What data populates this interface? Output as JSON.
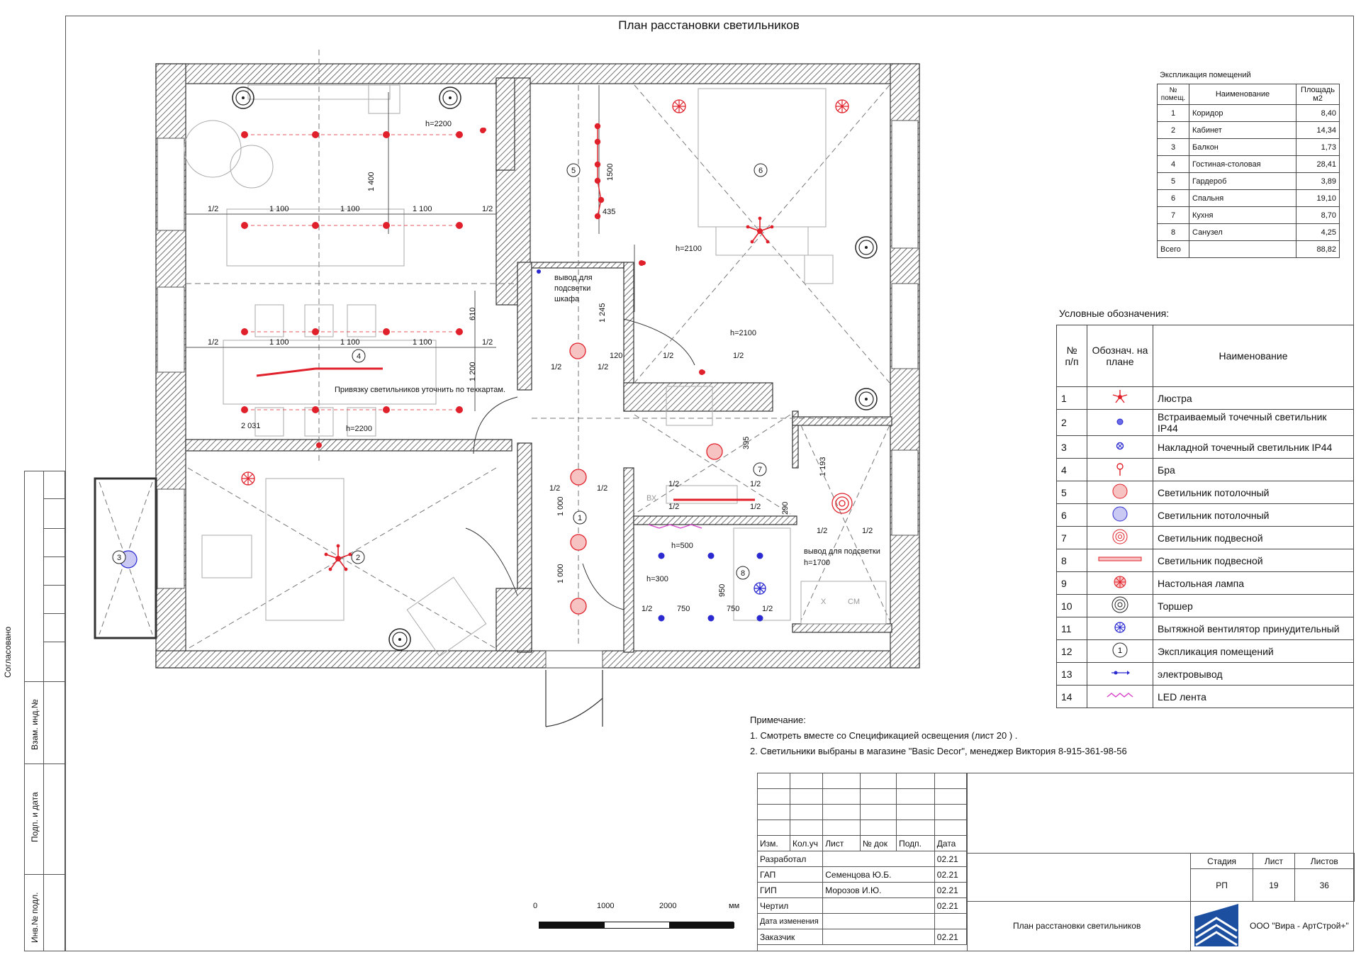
{
  "title": "План расстановки светильников",
  "explication": {
    "caption": "Экспликация  помещений",
    "headers": [
      "№ помещ.",
      "Наименование",
      "Площадь м2"
    ],
    "rows": [
      [
        "1",
        "Коридор",
        "8,40"
      ],
      [
        "2",
        "Кабинет",
        "14,34"
      ],
      [
        "3",
        "Балкон",
        "1,73"
      ],
      [
        "4",
        "Гостиная-столовая",
        "28,41"
      ],
      [
        "5",
        "Гардероб",
        "3,89"
      ],
      [
        "6",
        "Спальня",
        "19,10"
      ],
      [
        "7",
        "Кухня",
        "8,70"
      ],
      [
        "8",
        "Санузел",
        "4,25"
      ]
    ],
    "total_label": "Всего",
    "total_value": "88,82"
  },
  "legend": {
    "caption": "Условные обозначения:",
    "headers": [
      "№ п/п",
      "Обознач. на плане",
      "Наименование"
    ],
    "rows": [
      {
        "n": "1",
        "name": "Люстра",
        "icon": "chandelier"
      },
      {
        "n": "2",
        "name": "Встраиваемый точечный светильник IP44",
        "icon": "recessed-spot"
      },
      {
        "n": "3",
        "name": "Накладной точечный светильник IP44",
        "icon": "surface-spot"
      },
      {
        "n": "4",
        "name": "Бра",
        "icon": "sconce"
      },
      {
        "n": "5",
        "name": "Светильник потолочный",
        "icon": "ceiling-light-red"
      },
      {
        "n": "6",
        "name": "Светильник потолочный",
        "icon": "ceiling-light-blue"
      },
      {
        "n": "7",
        "name": "Светильник подвесной",
        "icon": "pendant-round"
      },
      {
        "n": "8",
        "name": "Светильник подвесной",
        "icon": "pendant-linear"
      },
      {
        "n": "9",
        "name": "Настольная лампа",
        "icon": "table-lamp"
      },
      {
        "n": "10",
        "name": "Торшер",
        "icon": "floor-lamp"
      },
      {
        "n": "11",
        "name": "Вытяжной вентилятор принудительный",
        "icon": "exhaust-fan"
      },
      {
        "n": "12",
        "name": "Экспликация помещений",
        "icon": "room-number"
      },
      {
        "n": "13",
        "name": "электровывод",
        "icon": "electrical-outlet"
      },
      {
        "n": "14",
        "name": "LED лента",
        "icon": "led-strip"
      }
    ]
  },
  "notes": {
    "heading": "Примечание:",
    "lines": [
      "1. Смотреть вместе со Спецификацией освещения (лист 20 ) .",
      "2. Светильники выбраны в магазине \"Basic Decor\", менеджер Виктория 8-915-361-98-56"
    ]
  },
  "plan": {
    "rooms": [
      "1",
      "2",
      "3",
      "4",
      "5",
      "6",
      "7",
      "8"
    ],
    "labels": {
      "wardrobe_note": "вывод для подсветки шкафа",
      "anchor_note": "Привязку светильников уточнить по техкартам.",
      "bath_note": "вывод для подсветки",
      "h2200a": "h=2200",
      "h2200b": "h=2200",
      "h2100a": "h=2100",
      "h2100b": "h=2100",
      "h500": "h=500",
      "h300": "h=300",
      "h1700": "h=1700",
      "vx": "ВХ",
      "cm": "СМ",
      "x": "Х"
    },
    "dims": {
      "d1100": "1 100",
      "half": "1/2",
      "d1400": "1 400",
      "d1500": "1500",
      "d435": "435",
      "d1245": "1 245",
      "d610": "610",
      "d1200": "1 200",
      "d2031": "2 031",
      "d120": "120",
      "d1000": "1 000",
      "d395": "395",
      "d1193": "1 193",
      "d290": "290",
      "d950": "950",
      "d750": "750"
    }
  },
  "scale": {
    "ticks": [
      "0",
      "1000",
      "2000"
    ],
    "unit": "мм"
  },
  "stamp": {
    "headers": [
      "Изм.",
      "Кол.уч",
      "Лист",
      "№ док",
      "Подп.",
      "Дата"
    ],
    "rows": [
      [
        "Разработал",
        "",
        "02.21"
      ],
      [
        "ГАП",
        "Семенцова Ю.Б.",
        "02.21"
      ],
      [
        "ГИП",
        "Морозов И.Ю.",
        "02.21"
      ],
      [
        "Чертил",
        "",
        "02.21"
      ],
      [
        "Дата изменения",
        "",
        ""
      ],
      [
        "Заказчик",
        "",
        "02.21"
      ]
    ],
    "sheet_title": "План расстановки светильников",
    "stage_headers": [
      "Стадия",
      "Лист",
      "Листов"
    ],
    "stage_values": [
      "РП",
      "19",
      "36"
    ],
    "company": "ООО \"Вира - АртСтрой+\""
  },
  "side_labels": [
    "Согласовано",
    "Взам. инд.№",
    "Подп. и дата",
    "Инв.№ подл."
  ],
  "colors": {
    "light": "#e0202a",
    "spot": "#2a2ad0",
    "wall": "#333",
    "logo": "#1d4fa0"
  }
}
